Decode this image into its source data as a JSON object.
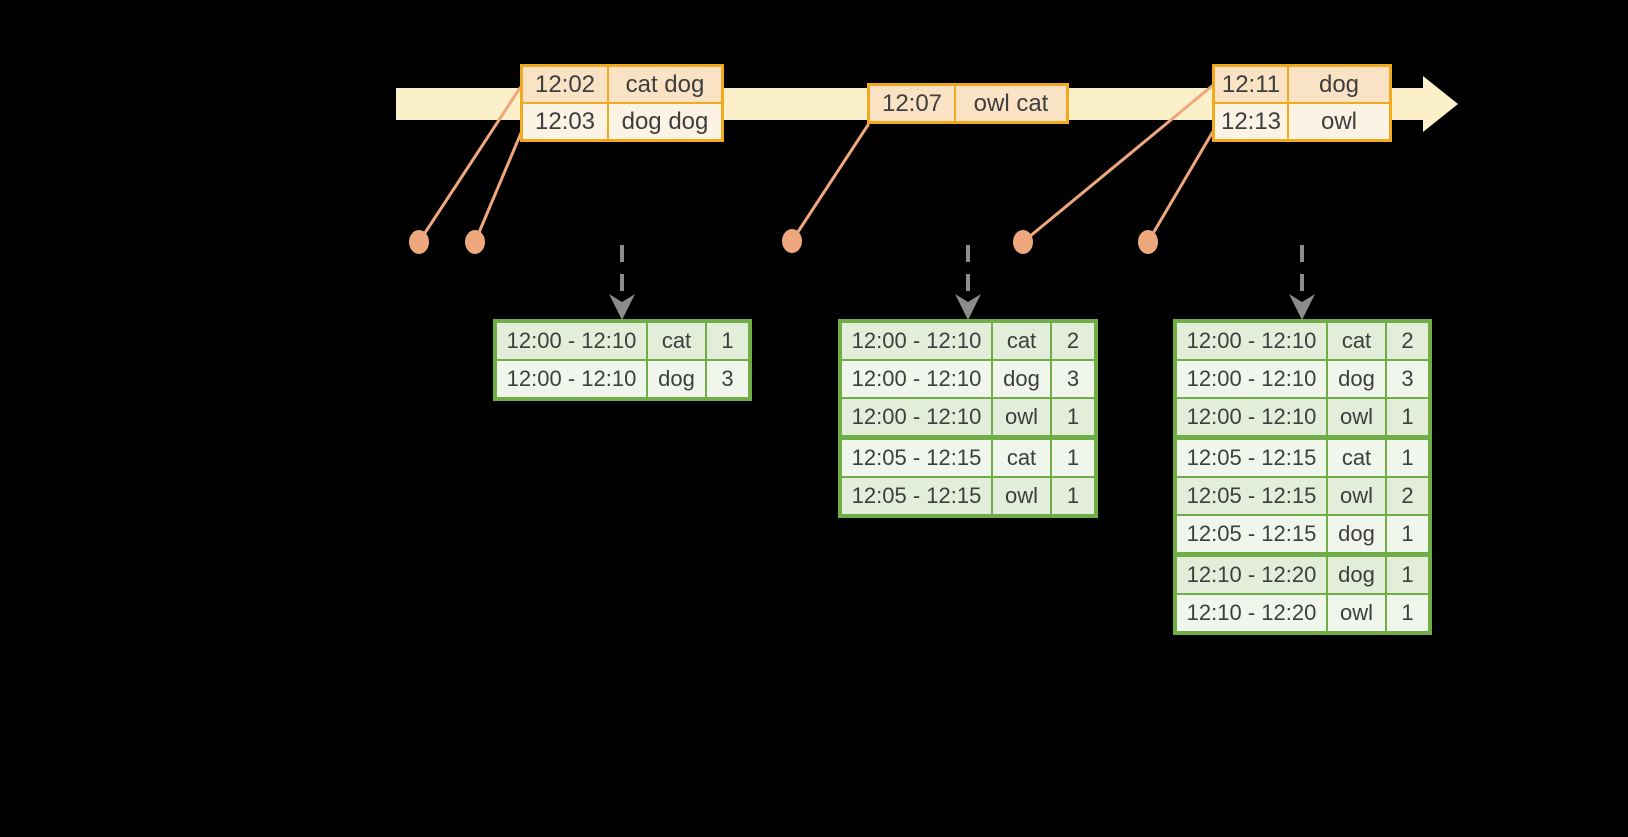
{
  "colors": {
    "background": "#000000",
    "timeline_fill": "#FBF0C9",
    "event_table_border": "#F1A91E",
    "event_row_fill_dark": "#FAE2C4",
    "event_row_fill_light": "#FCF3E4",
    "connector": "#EFA87E",
    "trigger_arrow": "#8C8C8C",
    "result_table_border": "#70AD47",
    "result_row_fill_dark": "#E2EDDA",
    "result_row_fill_light": "#F1F6ED",
    "text": "#3E3E3E"
  },
  "event_tables": [
    {
      "name": "event-batch-1",
      "rows": [
        {
          "time": "12:02",
          "words": "cat dog"
        },
        {
          "time": "12:03",
          "words": "dog dog"
        }
      ]
    },
    {
      "name": "event-batch-2",
      "rows": [
        {
          "time": "12:07",
          "words": "owl cat"
        }
      ]
    },
    {
      "name": "event-batch-3",
      "rows": [
        {
          "time": "12:11",
          "words": "dog"
        },
        {
          "time": "12:13",
          "words": "owl"
        }
      ]
    }
  ],
  "result_tables": [
    {
      "name": "result-table-1",
      "rows": [
        {
          "window": "12:00 - 12:10",
          "word": "cat",
          "count": "1"
        },
        {
          "window": "12:00 - 12:10",
          "word": "dog",
          "count": "3"
        }
      ]
    },
    {
      "name": "result-table-2",
      "rows": [
        {
          "window": "12:00 - 12:10",
          "word": "cat",
          "count": "2"
        },
        {
          "window": "12:00 - 12:10",
          "word": "dog",
          "count": "3"
        },
        {
          "window": "12:00 - 12:10",
          "word": "owl",
          "count": "1"
        },
        {
          "window": "12:05 - 12:15",
          "word": "cat",
          "count": "1"
        },
        {
          "window": "12:05 - 12:15",
          "word": "owl",
          "count": "1"
        }
      ]
    },
    {
      "name": "result-table-3",
      "rows": [
        {
          "window": "12:00 - 12:10",
          "word": "cat",
          "count": "2"
        },
        {
          "window": "12:00 - 12:10",
          "word": "dog",
          "count": "3"
        },
        {
          "window": "12:00 - 12:10",
          "word": "owl",
          "count": "1"
        },
        {
          "window": "12:05 - 12:15",
          "word": "cat",
          "count": "1"
        },
        {
          "window": "12:05 - 12:15",
          "word": "owl",
          "count": "2"
        },
        {
          "window": "12:05 - 12:15",
          "word": "dog",
          "count": "1"
        },
        {
          "window": "12:10 - 12:20",
          "word": "dog",
          "count": "1"
        },
        {
          "window": "12:10 - 12:20",
          "word": "owl",
          "count": "1"
        }
      ]
    }
  ]
}
